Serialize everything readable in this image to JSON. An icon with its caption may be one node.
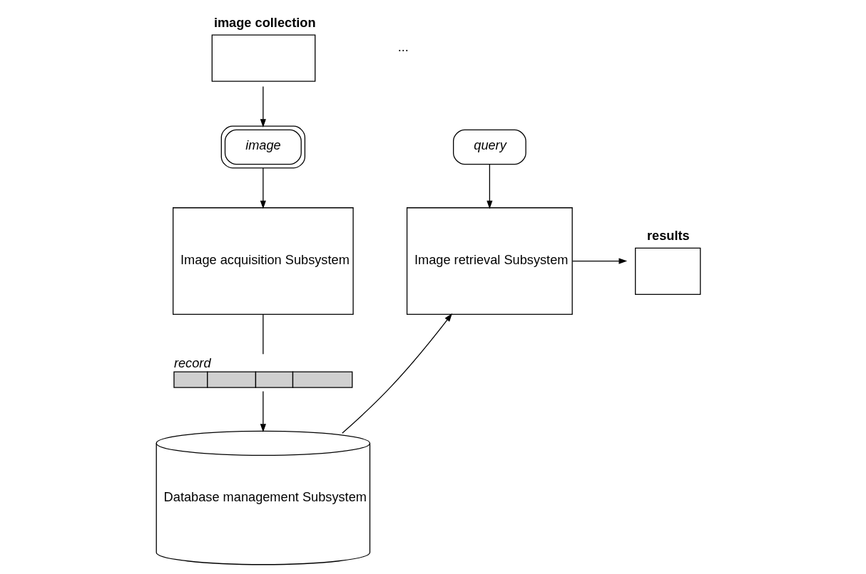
{
  "diagram": {
    "nodes": [
      {
        "text": [
          "image collection"
        ]
      },
      {
        "text": [
          "image"
        ]
      },
      {
        "text": [
          "Image acquisition Subsystem"
        ]
      },
      {
        "text": [
          "record"
        ]
      },
      {
        "text": [
          "Database management Subsystem"
        ]
      },
      {
        "text": [
          "query"
        ]
      },
      {
        "text": [
          "Image retrieval Subsystem"
        ]
      },
      {
        "text": [
          "results"
        ]
      }
    ],
    "edges": [
      {
        "from": 0,
        "to": 1,
        "arrow": "to"
      },
      {
        "from": 1,
        "to": 2,
        "arrow": "to"
      },
      {
        "from": 2,
        "to": 3,
        "arrow": "none"
      },
      {
        "from": 3,
        "to": 4,
        "arrow": "to"
      },
      {
        "from": 4,
        "to": 6,
        "arrow": "to"
      },
      {
        "from": 5,
        "to": 6,
        "arrow": "to"
      },
      {
        "from": 6,
        "to": 7,
        "arrow": "to"
      }
    ],
    "labels": [
      "..."
    ]
  }
}
